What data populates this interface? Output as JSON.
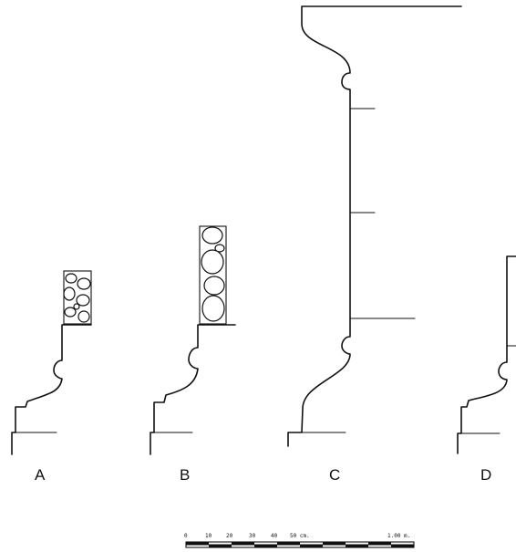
{
  "profiles": [
    {
      "id": "a",
      "label": "A"
    },
    {
      "id": "b",
      "label": "B"
    },
    {
      "id": "c",
      "label": "C"
    },
    {
      "id": "d",
      "label": "D"
    }
  ],
  "scale_bar": {
    "ticks": [
      "0",
      "10",
      "20",
      "30",
      "40",
      "50 cm."
    ],
    "end_label": "1.00 m."
  },
  "colors": {
    "ink": "#111111",
    "paper": "#ffffff"
  }
}
